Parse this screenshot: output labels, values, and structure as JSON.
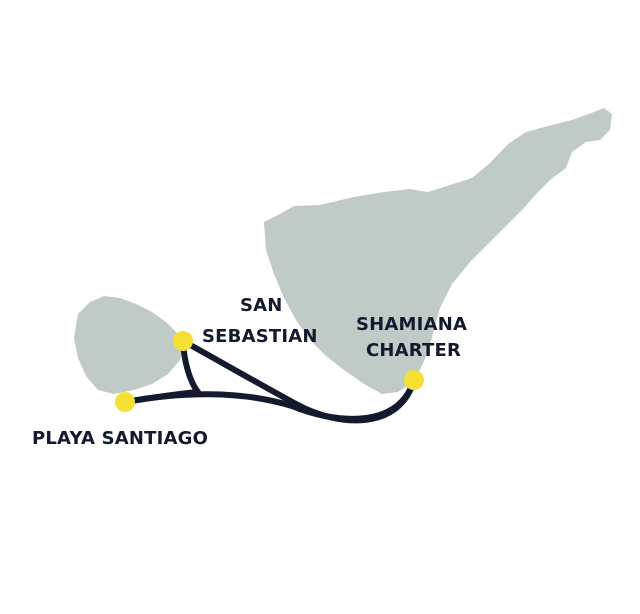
{
  "map": {
    "colors": {
      "land": "#c0cbc7",
      "route": "#141a2e",
      "port": "#f5e033",
      "label": "#141a2e",
      "background": "#ffffff"
    },
    "islands": [
      {
        "name": "tenerife",
        "kind": "island"
      },
      {
        "name": "la-gomera",
        "kind": "island"
      }
    ],
    "ports": [
      {
        "id": "san-sebastian",
        "label_lines": [
          "SAN",
          "SEBASTIAN"
        ]
      },
      {
        "id": "shamiana-charter",
        "label_lines": [
          "SHAMIANA",
          "CHARTER"
        ]
      },
      {
        "id": "playa-santiago",
        "label_lines": [
          "PLAYA SANTIAGO"
        ]
      }
    ],
    "routes": [
      {
        "from": "shamiana-charter",
        "to": "san-sebastian"
      },
      {
        "from": "shamiana-charter",
        "to": "playa-santiago"
      },
      {
        "from": "san-sebastian",
        "to": "playa-santiago"
      }
    ]
  }
}
